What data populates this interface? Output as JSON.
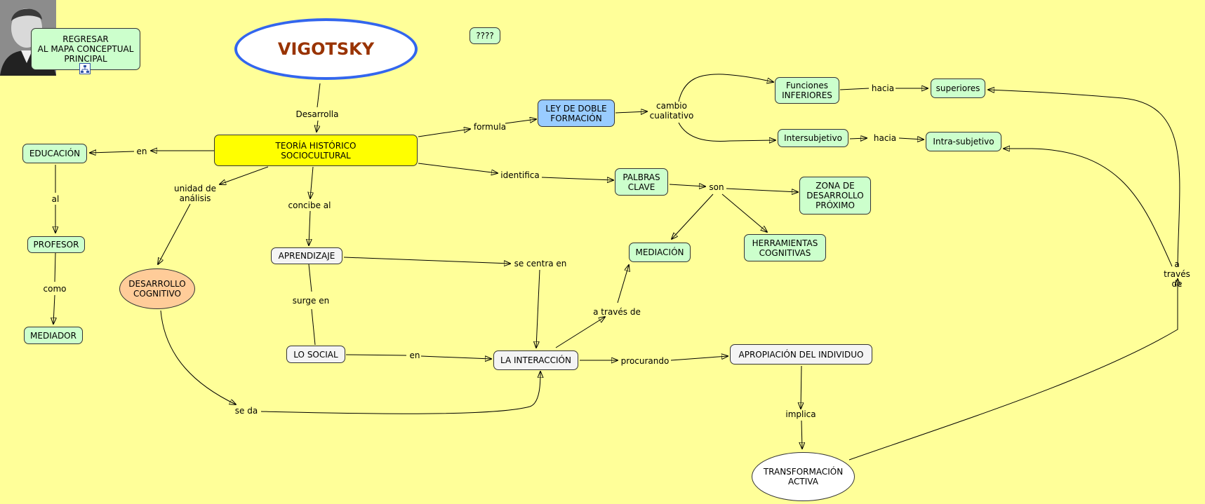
{
  "title": "VIGOTSKY",
  "back_button": "REGRESAR\nAL MAPA CONCEPTUAL\nPRINCIPAL",
  "question": "????",
  "nodes": {
    "teoria": "TEORÍA HISTÓRICO\nSOCIOCULTURAL",
    "educacion": "EDUCACIÓN",
    "profesor": "PROFESOR",
    "mediador": "MEDIADOR",
    "desarrollo_cognitivo": "DESARROLLO\nCOGNITIVO",
    "aprendizaje": "APRENDIZAJE",
    "lo_social": "LO SOCIAL",
    "interaccion": "LA INTERACCIÓN",
    "ley": "LEY DE DOBLE\nFORMACIÓN",
    "funciones": "Funciones\nINFERIORES",
    "superiores": "superiores",
    "intersubjetivo": "Intersubjetivo",
    "intrasubjetivo": "Intra-subjetivo",
    "palabras": "PALBRAS\nCLAVE",
    "zona": "ZONA DE\nDESARROLLO\nPRÓXIMO",
    "mediacion": "MEDIACIÓN",
    "herramientas": "HERRAMIENTAS\nCOGNITIVAS",
    "apropiacion": "APROPIACIÓN DEL INDIVIDUO",
    "transformacion": "TRANSFORMACIÓN\nACTIVA"
  },
  "links": {
    "desarrolla": "Desarrolla",
    "en1": "en",
    "al": "al",
    "como": "como",
    "unidad": "unidad de\nanálisis",
    "concibe": "concibe al",
    "surge": "surge en",
    "se_da": "se da",
    "en2": "en",
    "se_centra": "se centra en",
    "a_traves1": "a través de",
    "procurando": "procurando",
    "implica": "implica",
    "a_traves2": "a través de",
    "formula": "formula",
    "cambio": "cambio\ncualitativo",
    "hacia1": "hacia",
    "hacia2": "hacia",
    "identifica": "identifica",
    "son": "son"
  }
}
